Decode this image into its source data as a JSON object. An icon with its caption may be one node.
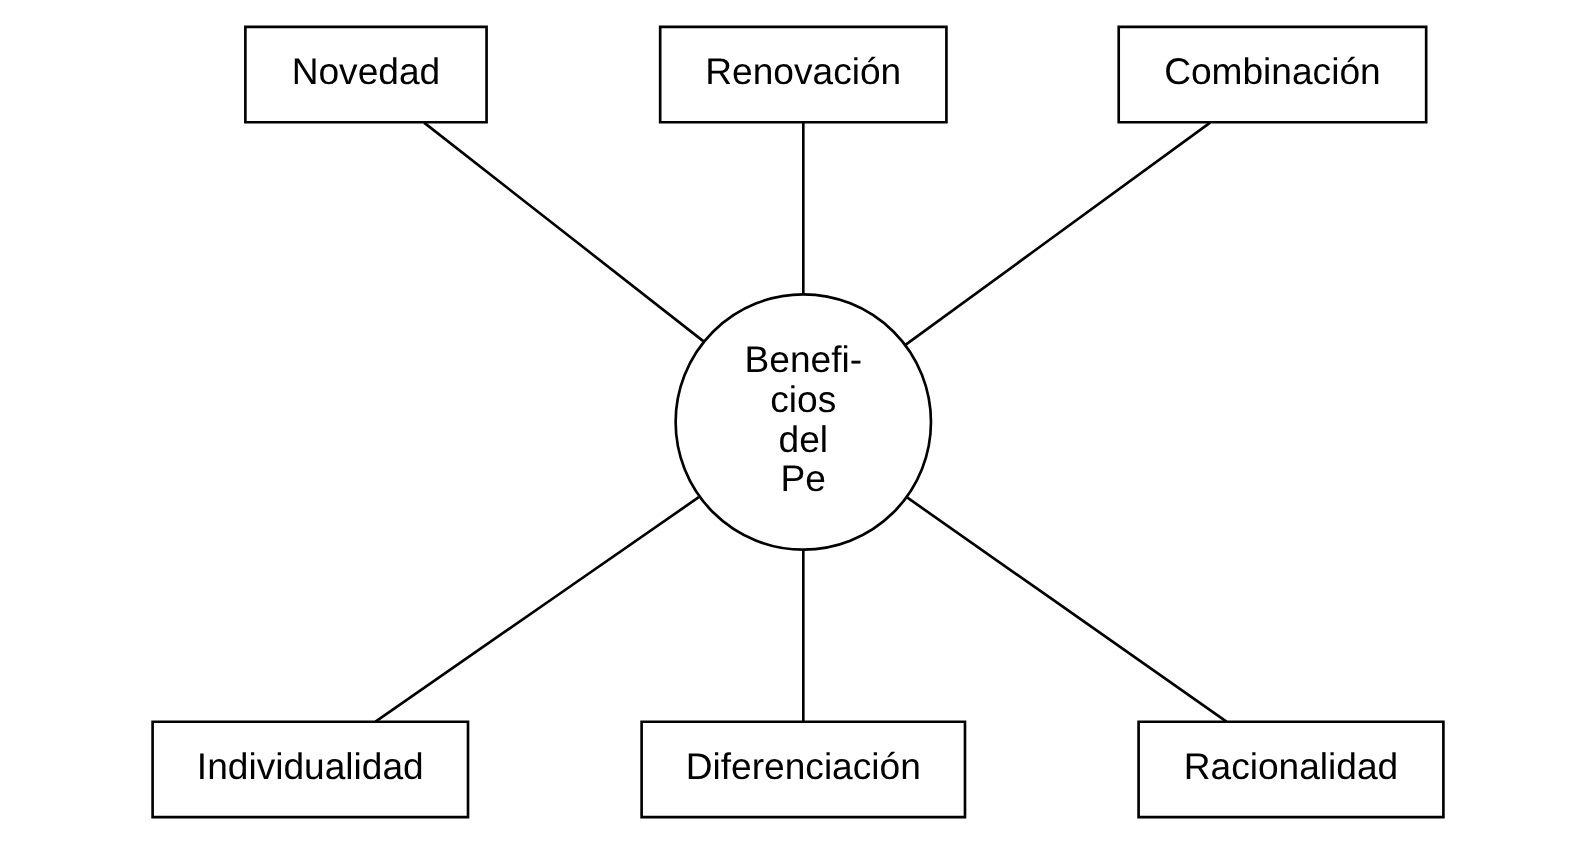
{
  "diagram": {
    "nodes": [
      {
        "text": [
          "Novedad"
        ]
      },
      {
        "text": [
          "Renovación"
        ]
      },
      {
        "text": [
          "Combinación"
        ]
      },
      {
        "text": [
          "Benefi- cios del Pe"
        ]
      },
      {
        "text": [
          "Individualidad"
        ]
      },
      {
        "text": [
          "Diferenciación"
        ]
      },
      {
        "text": [
          "Racionalidad"
        ]
      }
    ],
    "edges": [
      {
        "from": 0,
        "to": 3,
        "arrow": "none"
      },
      {
        "from": 1,
        "to": 3,
        "arrow": "none"
      },
      {
        "from": 2,
        "to": 3,
        "arrow": "none"
      },
      {
        "from": 3,
        "to": 4,
        "arrow": "none"
      },
      {
        "from": 3,
        "to": 5,
        "arrow": "none"
      },
      {
        "from": 3,
        "to": 6,
        "arrow": "none"
      }
    ]
  }
}
